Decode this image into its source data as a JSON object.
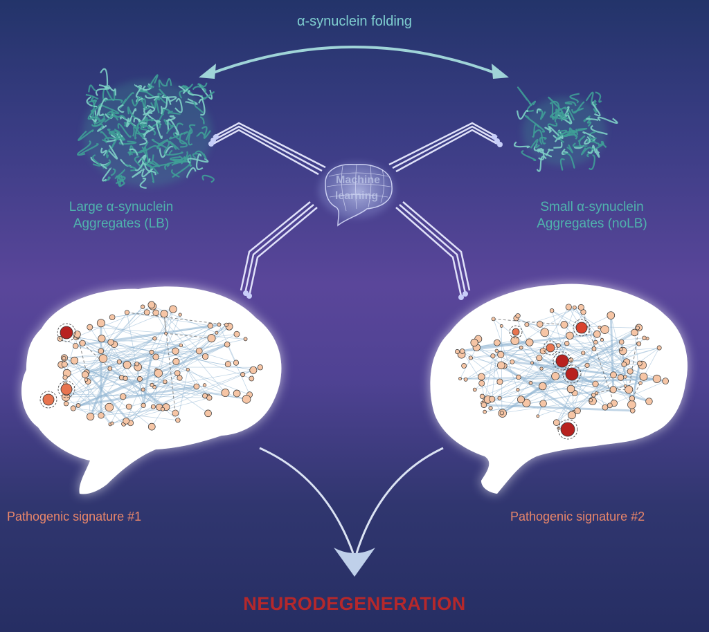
{
  "title": "α-synuclein folding",
  "left_aggregate": {
    "line1": "Large α-synuclein",
    "line2": "Aggregates (LB)"
  },
  "right_aggregate": {
    "line1": "Small α-synuclein",
    "line2": "Aggregates (noLB)"
  },
  "center": {
    "line1": "Machine",
    "line2": "learning"
  },
  "signature_1": "Pathogenic signature #1",
  "signature_2": "Pathogenic signature #2",
  "outcome": "NEURODEGENERATION",
  "colors": {
    "teal": "#4fb3ad",
    "protein": "#3f9e97",
    "signature_text": "#e9866a",
    "outcome": "#b5282b",
    "node_light": "#f6c5a5",
    "node_dark": "#b8221f",
    "edge": "#8fb4d2"
  }
}
